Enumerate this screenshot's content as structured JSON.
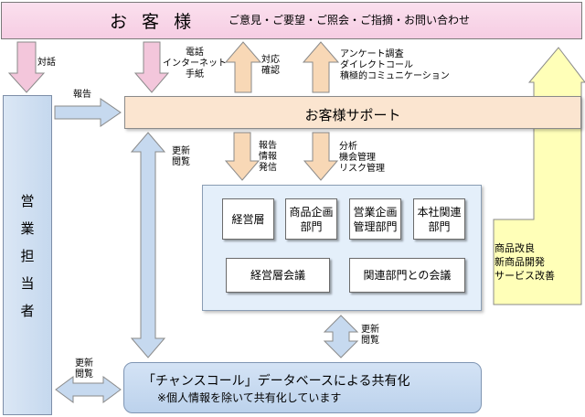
{
  "customers": {
    "title": "お 客 様",
    "opinions": "ご意見・ご要望・ご照会・ご指摘・お問い合わせ"
  },
  "labels": {
    "dialogue": "対話",
    "channels": [
      "電話",
      "インターネット",
      "手紙"
    ],
    "response": [
      "対応",
      "確認"
    ],
    "outreach": [
      "アンケート調査",
      "ダイレクトコール",
      "積極的コミュニケーション"
    ],
    "report": "報告",
    "update_view_left": [
      "更新",
      "閲覧"
    ],
    "report_info": [
      "報告",
      "情報",
      "発信"
    ],
    "analysis": [
      "分析",
      "機会管理",
      "リスク管理"
    ],
    "update_view_mid": [
      "更新",
      "閲覧"
    ],
    "update_view_bottom": [
      "更新",
      "閲覧"
    ]
  },
  "support": {
    "label": "お客様サポート"
  },
  "sales": {
    "label": [
      "営",
      "業",
      "担",
      "当",
      "者"
    ]
  },
  "management": {
    "units": [
      {
        "label": "経営層"
      },
      {
        "label": "商品企画部門"
      },
      {
        "label": "営業企画管理部門"
      },
      {
        "label": "本社関連部門"
      }
    ],
    "meetings": [
      {
        "label": "経営層会議"
      },
      {
        "label": "関連部門との会議"
      }
    ]
  },
  "improvements": [
    "商品改良",
    "新商品開発",
    "サービス改善"
  ],
  "database": {
    "title": "「チャンスコール」データベースによる共有化",
    "note": "※個人情報を除いて共有化しています"
  },
  "colors": {
    "pink_arrow": "#f3c6db",
    "peach_arrow": "#f8d8b6",
    "blue_arrow": "#c6d9ef",
    "yellow_arrow": "#ffffb8"
  }
}
